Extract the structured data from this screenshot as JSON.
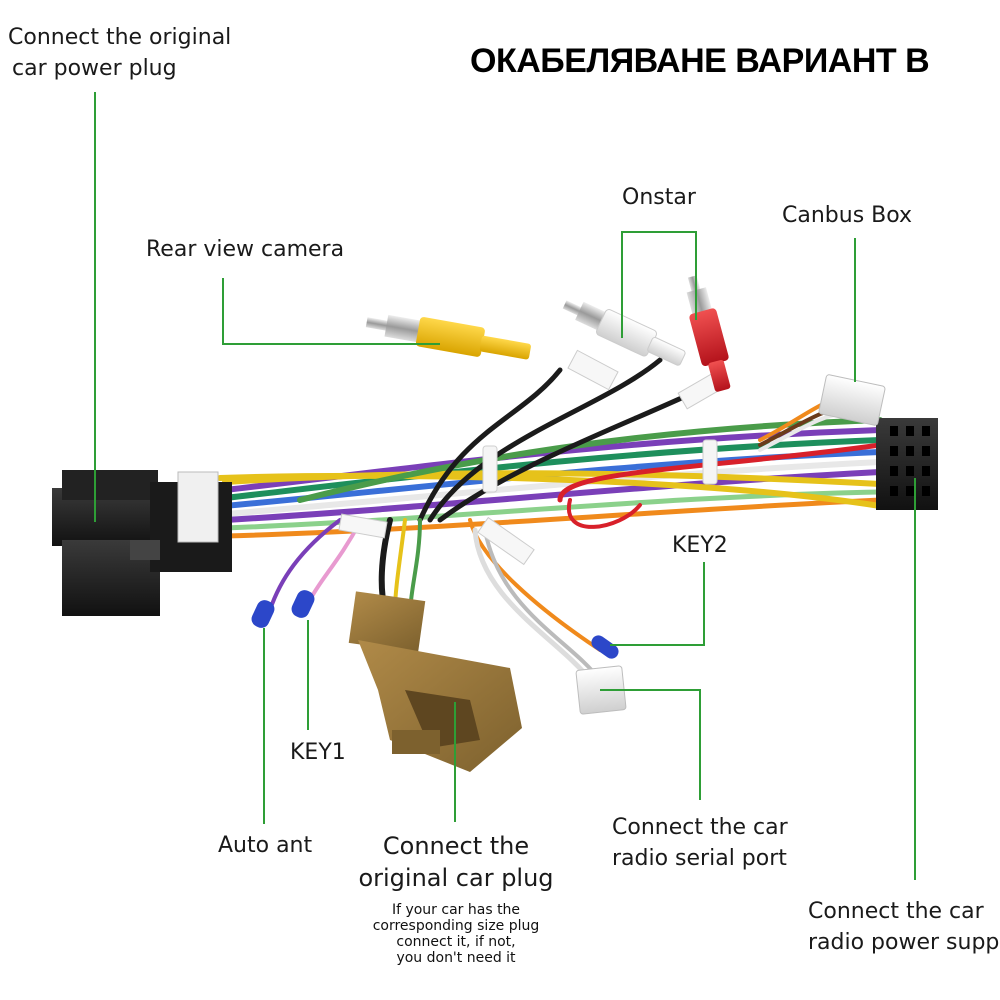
{
  "title": "ОКАБЕЛЯВАНЕ ВАРИАНТ В",
  "colors": {
    "leader_line": "#2e9e36",
    "connector_black": "#1b1b1b",
    "connector_tan": "#9a7a3e",
    "rca_yellow": "#f2c21a",
    "rca_red": "#d8202a",
    "rca_white": "#f2f2f2",
    "cap_blue": "#2c47c9"
  },
  "labels": {
    "car_power_plug": [
      "Connect the original",
      "car power plug"
    ],
    "rear_view_camera": "Rear view camera",
    "onstar": "Onstar",
    "canbus_box": "Canbus Box",
    "key2": "KEY2",
    "key1": "KEY1",
    "auto_ant": "Auto ant",
    "original_car_plug": [
      "Connect the",
      "original car plug"
    ],
    "original_car_plug_note": [
      "If your car has the",
      "corresponding size plug",
      "connect it, if not,",
      "you don't need it"
    ],
    "radio_serial_port": [
      "Connect the car",
      "radio serial port"
    ],
    "radio_power_supply": [
      "Connect the car",
      "radio power suppl"
    ]
  }
}
